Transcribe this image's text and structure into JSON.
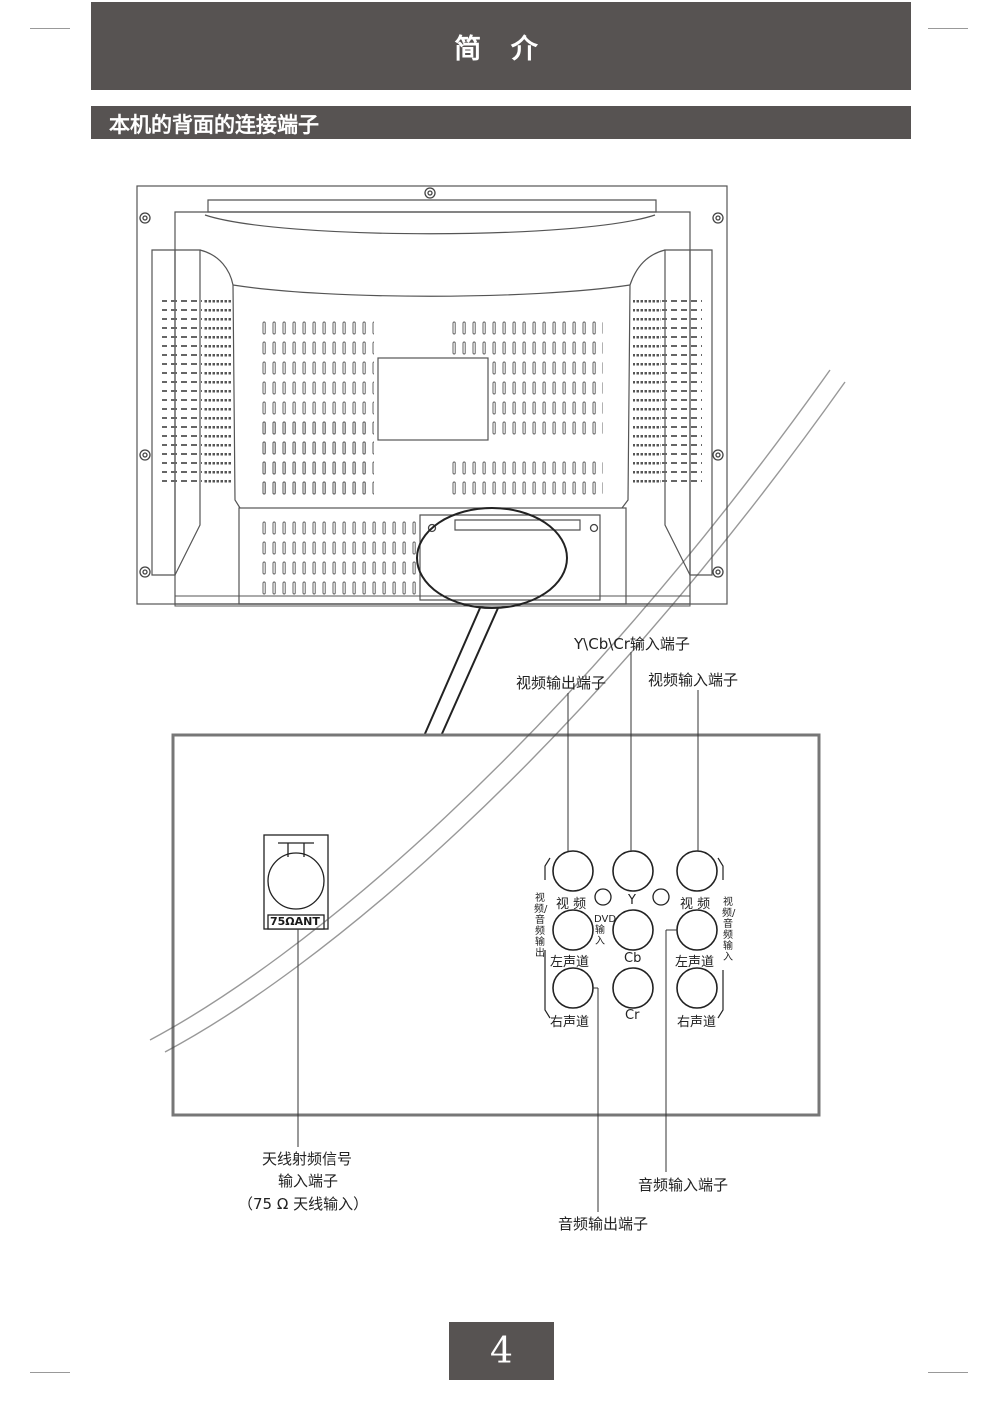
{
  "header": {
    "title": "简 介"
  },
  "section": {
    "title": "本机的背面的连接端子"
  },
  "labels": {
    "ycbcr_input": "Y\\Cb\\Cr输入端子",
    "video_output": "视频输出端子",
    "video_input": "视频输入端子",
    "antenna_line1": "天线射频信号",
    "antenna_line2": "输入端子",
    "antenna_line3": "（75 Ω  天线输入）",
    "audio_input": "音频输入端子",
    "audio_output": "音频输出端子"
  },
  "jacks": {
    "ant": "75ΩANT",
    "video_left": "视 频",
    "left_channel_left": "左声道",
    "right_channel_left": "右声道",
    "y": "Y",
    "cb": "Cb",
    "cr": "Cr",
    "video_right": "视 频",
    "left_channel_right": "左声道",
    "right_channel_right": "右声道",
    "dvd_input": "DVD输入",
    "side_left": "视频/音频输出",
    "side_right": "视频/音频输入"
  },
  "page": {
    "number": "4"
  }
}
